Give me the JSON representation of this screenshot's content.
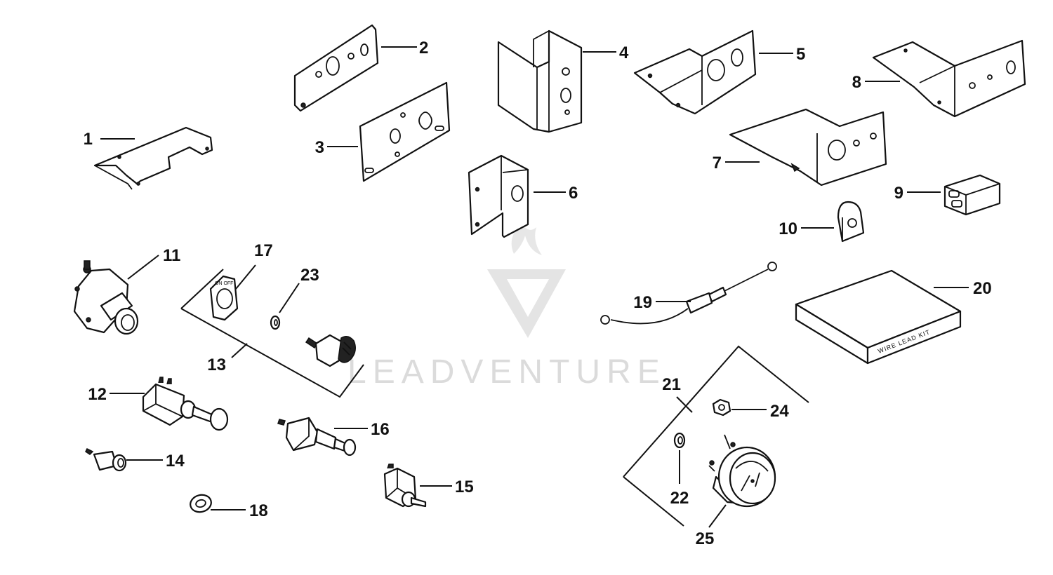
{
  "callouts": {
    "c1": "1",
    "c2": "2",
    "c3": "3",
    "c4": "4",
    "c5": "5",
    "c6": "6",
    "c7": "7",
    "c8": "8",
    "c9": "9",
    "c10": "10",
    "c11": "11",
    "c12": "12",
    "c13": "13",
    "c14": "14",
    "c15": "15",
    "c16": "16",
    "c17": "17",
    "c18": "18",
    "c19": "19",
    "c20": "20",
    "c21": "21",
    "c22": "22",
    "c23": "23",
    "c24": "24",
    "c25": "25"
  },
  "box_label": "WIRE LEAD KIT",
  "switch_label": "ON OFF",
  "watermark": "LEADVENTURE",
  "colors": {
    "line": "#111111",
    "watermark": "#d8d8d8",
    "background": "#ffffff"
  }
}
